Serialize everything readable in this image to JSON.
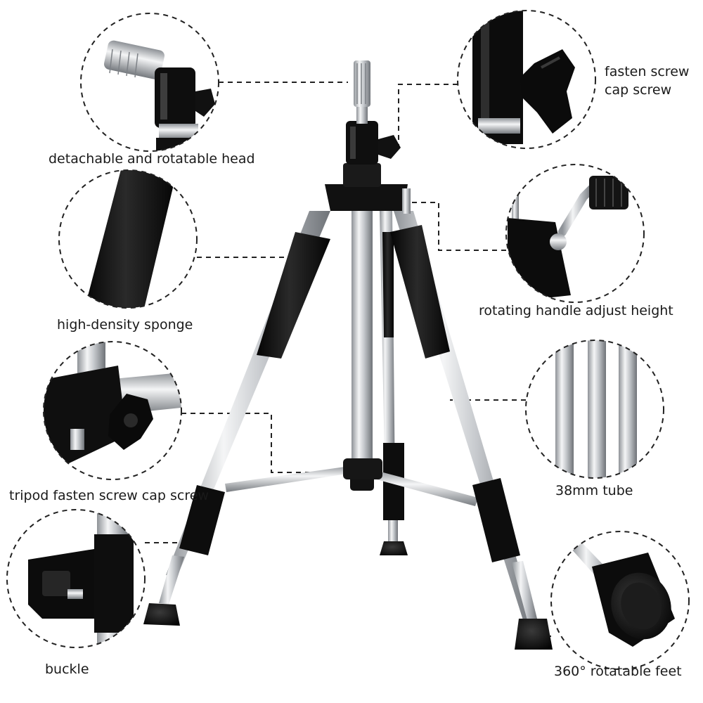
{
  "labels": {
    "head": "detachable and rotatable head",
    "fasten_screw": "fasten screw",
    "cap_screw": "cap screw",
    "sponge": "high-density sponge",
    "handle": "rotating handle adjust height",
    "tripod_screw": "tripod fasten screw cap screw",
    "tube": "38mm tube",
    "buckle": "buckle",
    "feet": "360° rotatable feet"
  },
  "colors": {
    "background": "#ffffff",
    "text": "#1a1a1a",
    "dashed_line": "#222222",
    "foam": "#111111",
    "chrome": "#c9ccd0"
  }
}
